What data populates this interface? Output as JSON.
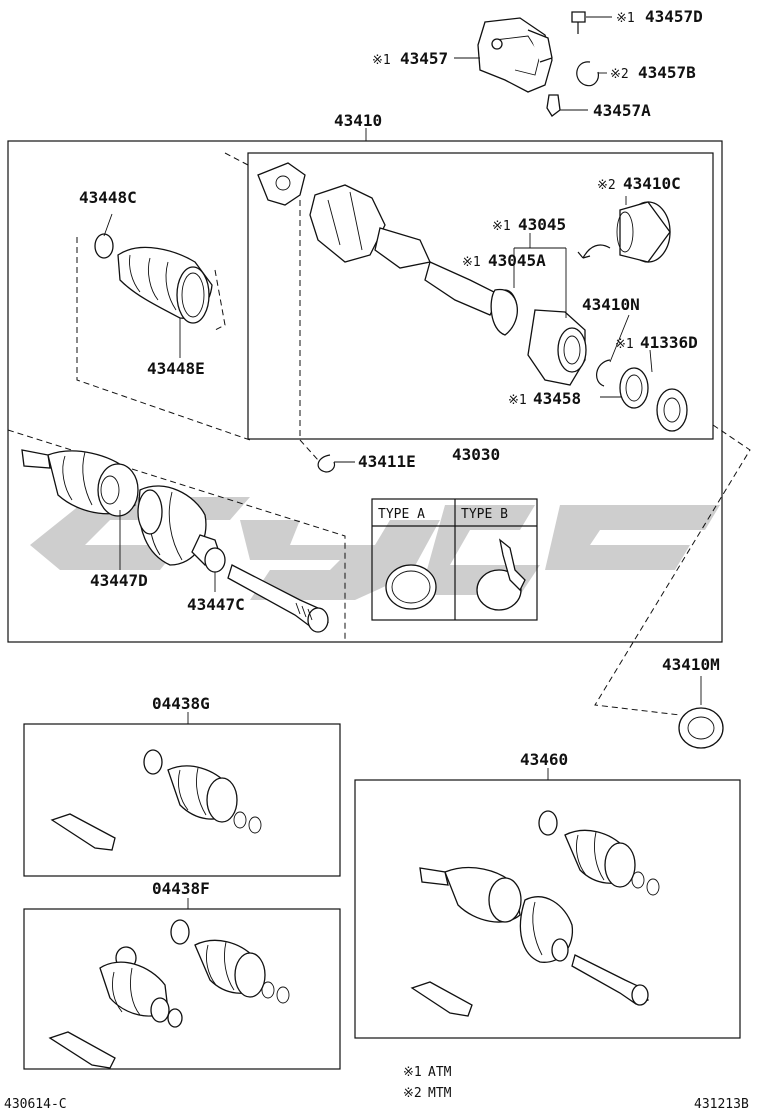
{
  "parts": {
    "p43457D": {
      "mark": "※1",
      "num": "43457D"
    },
    "p43457": {
      "mark": "※1",
      "num": "43457"
    },
    "p43457B": {
      "mark": "※2",
      "num": "43457B"
    },
    "p43457A": {
      "mark": "",
      "num": "43457A"
    },
    "p43410": {
      "mark": "",
      "num": "43410"
    },
    "p43448C": {
      "mark": "",
      "num": "43448C"
    },
    "p43448E": {
      "mark": "",
      "num": "43448E"
    },
    "p43410C": {
      "mark": "※2",
      "num": "43410C"
    },
    "p43045": {
      "mark": "※1",
      "num": "43045"
    },
    "p43045A": {
      "mark": "※1",
      "num": "43045A"
    },
    "p43410N": {
      "mark": "",
      "num": "43410N"
    },
    "p41336D": {
      "mark": "※1",
      "num": "41336D"
    },
    "p43458": {
      "mark": "※1",
      "num": "43458"
    },
    "p43411E": {
      "mark": "",
      "num": "43411E"
    },
    "p43030": {
      "mark": "",
      "num": "43030"
    },
    "p43447D": {
      "mark": "",
      "num": "43447D"
    },
    "p43447C": {
      "mark": "",
      "num": "43447C"
    },
    "p43410M": {
      "mark": "",
      "num": "43410M"
    },
    "p04438G": {
      "mark": "",
      "num": "04438G"
    },
    "p04438F": {
      "mark": "",
      "num": "04438F"
    },
    "p43460": {
      "mark": "",
      "num": "43460"
    }
  },
  "types": {
    "a": "TYPE A",
    "b": "TYPE B"
  },
  "legend": {
    "l1_mark": "※1",
    "l1_text": "ATM",
    "l2_mark": "※2",
    "l2_text": "MTM"
  },
  "footer": {
    "left": "430614-C",
    "right": "431213B"
  }
}
